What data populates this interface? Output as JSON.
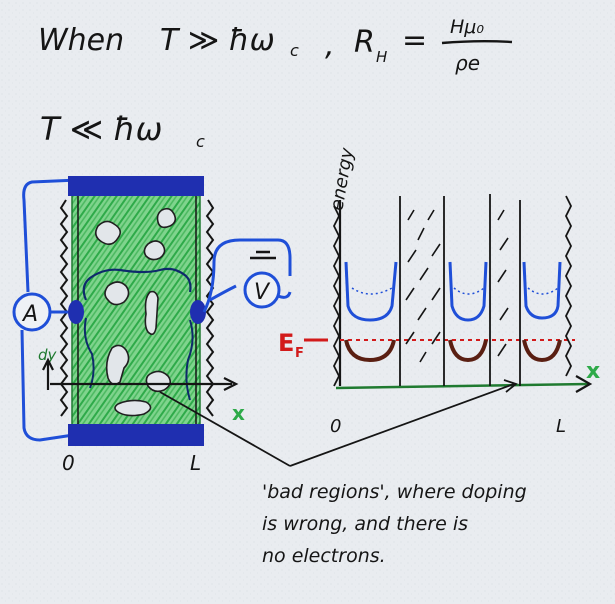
{
  "heading": {
    "line1_prefix": "When",
    "line1_condition": "T ≫ ħω",
    "line1_condition_sub": "c",
    "line1_sep": ",",
    "hall_lhs": "R",
    "hall_lhs_sub": "H",
    "hall_eq": "=",
    "hall_numerator": "Hμ₀",
    "hall_denominator": "ρe",
    "line2_condition": "T ≪ ħω",
    "line2_condition_sub": "c"
  },
  "sample": {
    "ammeter_label": "A",
    "voltmeter_label": "V",
    "dim_label": "dy",
    "axis_x": "x",
    "origin_label": "0",
    "end_label": "L"
  },
  "energy_plot": {
    "y_axis_label": "energy",
    "fermi_label": "E",
    "fermi_sub": "F",
    "axis_x": "x",
    "origin_label": "0",
    "end_label": "L"
  },
  "annotation": {
    "line1": "'bad regions', where doping",
    "line2": "is wrong, and there is",
    "line3": "no electrons."
  },
  "colors": {
    "ink": "#151515",
    "blue": "#1f4fd8",
    "green": "#2eaa49",
    "green_dark": "#1f7a30",
    "red": "#d21a1a",
    "brown": "#5a1f12",
    "paper": "#e9ecf0"
  }
}
